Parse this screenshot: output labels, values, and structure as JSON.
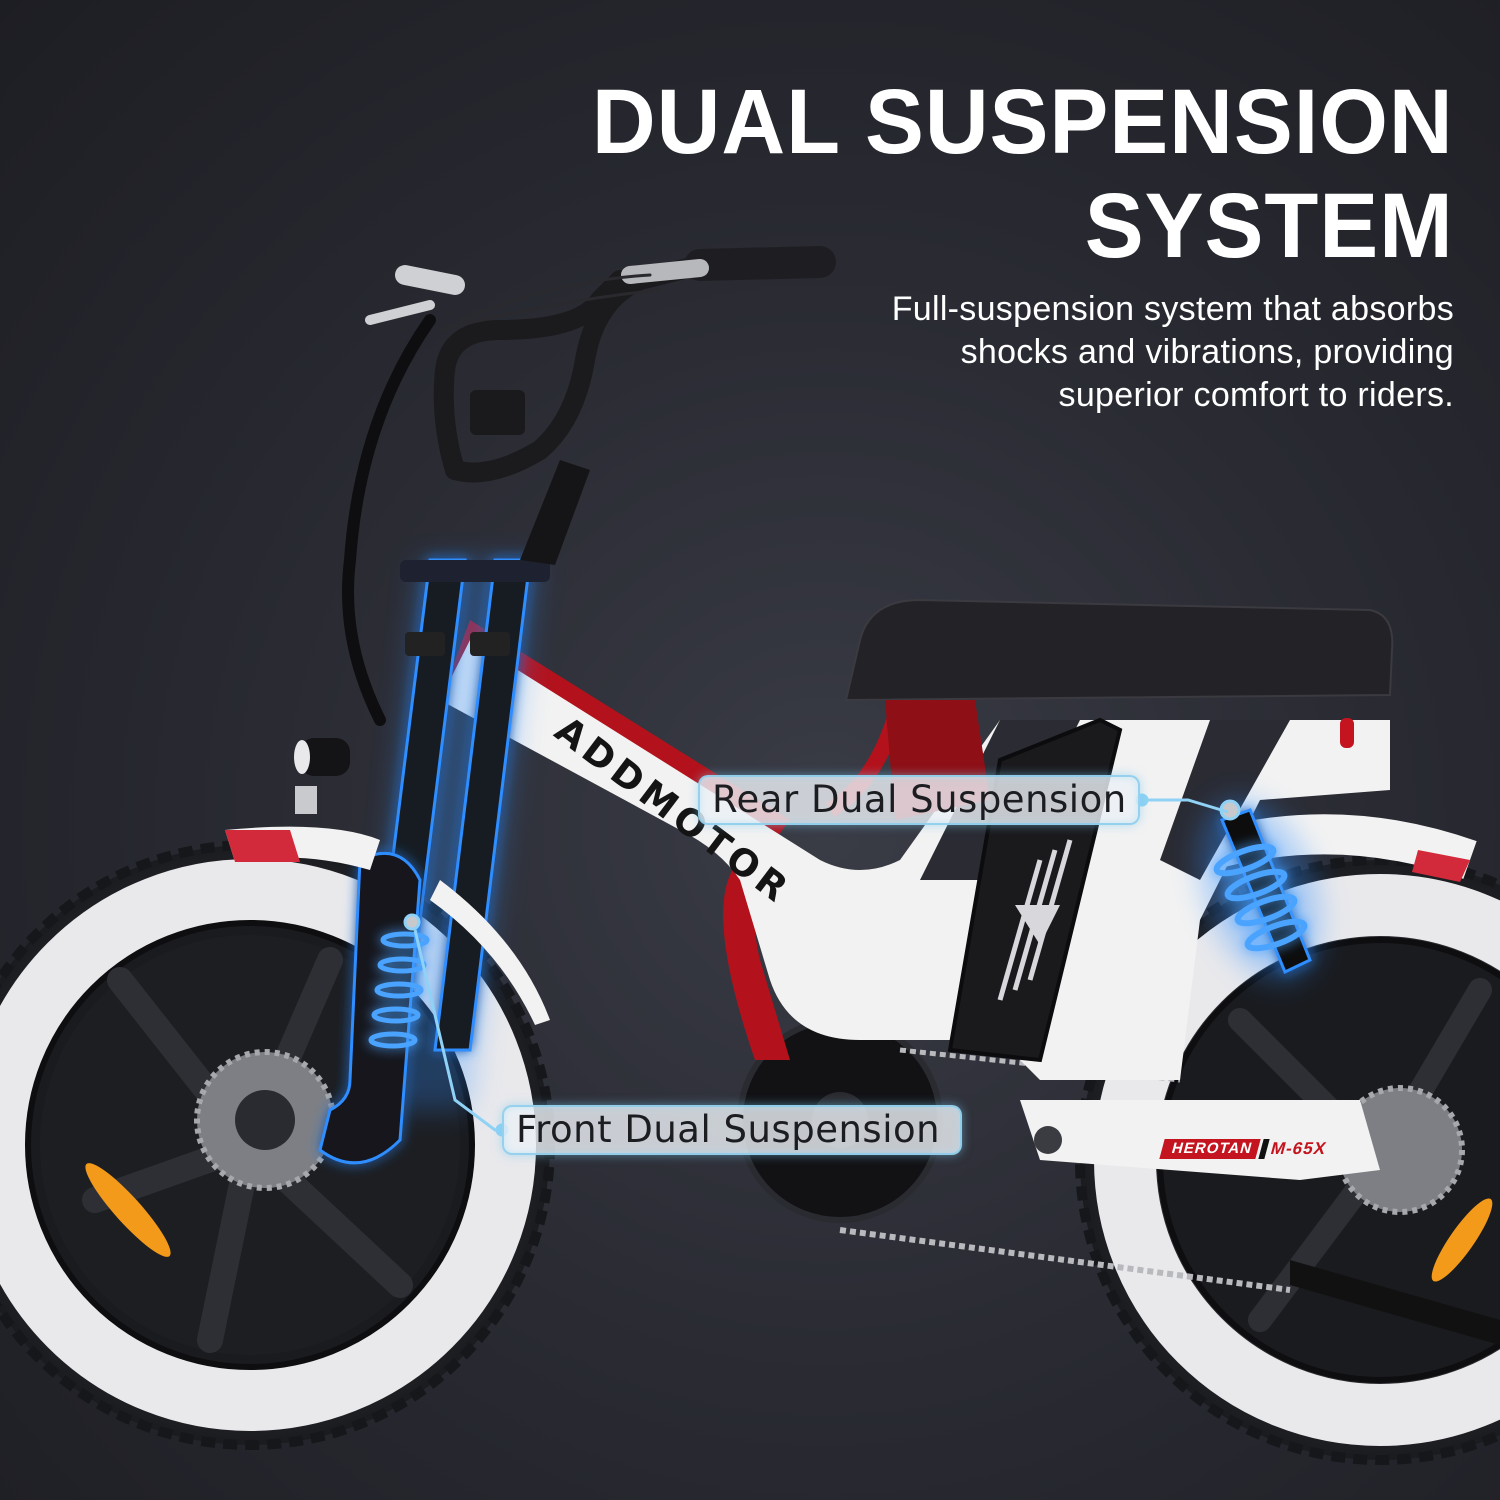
{
  "headline": {
    "lines": [
      "DUAL SUSPENSION",
      "SYSTEM"
    ]
  },
  "description": {
    "lines": [
      "Full-suspension system that absorbs",
      "shocks and vibrations, providing",
      "superior comfort to riders."
    ]
  },
  "callouts": {
    "rear": "Rear Dual Suspension",
    "front": "Front Dual Suspension"
  },
  "decals": {
    "brand": "ADDMOTOR",
    "series": "HEROTAN",
    "model": "M-65X"
  },
  "colors": {
    "background": "#1f2024",
    "frame_white": "#f2f2f2",
    "frame_red": "#b3121c",
    "glow_blue": "#2f8dff",
    "callout_border": "#8ccdeb",
    "reflector_orange": "#f39a1a"
  }
}
